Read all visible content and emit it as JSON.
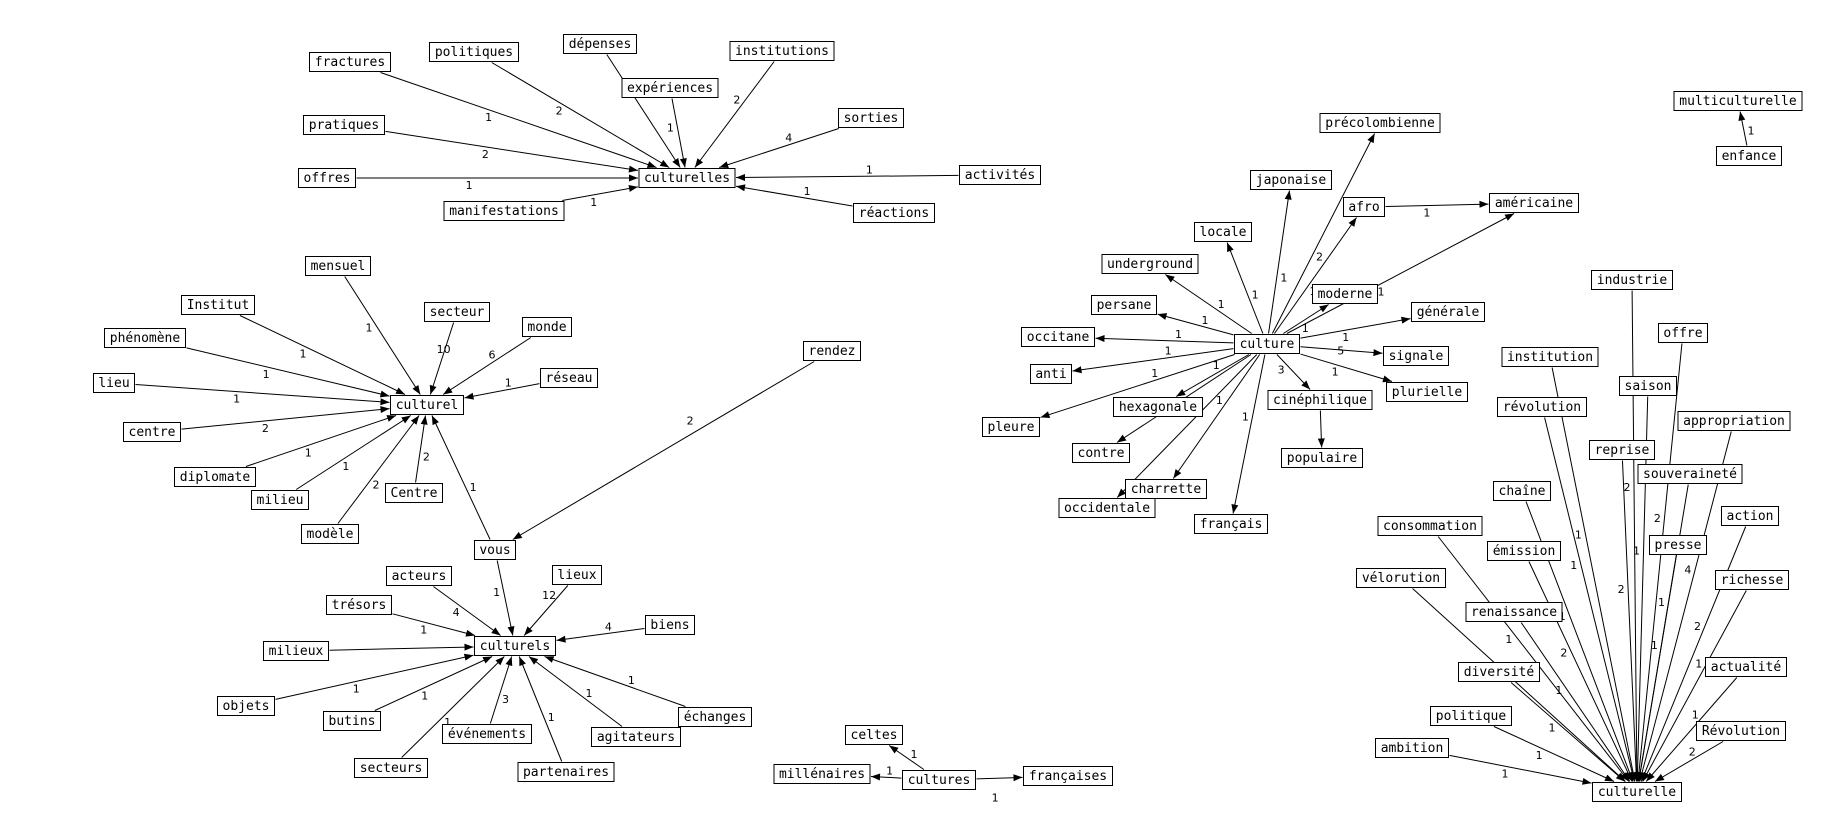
{
  "graph": {
    "edge_color": "#000000",
    "node_fill": "#ffffff",
    "nodes": [
      {
        "id": "fractures",
        "label": "fractures"
      },
      {
        "id": "politiques",
        "label": "politiques"
      },
      {
        "id": "depenses",
        "label": "dépenses"
      },
      {
        "id": "institutions",
        "label": "institutions"
      },
      {
        "id": "experiences",
        "label": "expériences"
      },
      {
        "id": "pratiques",
        "label": "pratiques"
      },
      {
        "id": "sorties",
        "label": "sorties"
      },
      {
        "id": "offres",
        "label": "offres"
      },
      {
        "id": "culturelles",
        "label": "culturelles"
      },
      {
        "id": "activites",
        "label": "activités"
      },
      {
        "id": "manifestations",
        "label": "manifestations"
      },
      {
        "id": "reactions",
        "label": "réactions"
      },
      {
        "id": "mensuel",
        "label": "mensuel"
      },
      {
        "id": "institut",
        "label": "Institut"
      },
      {
        "id": "secteur",
        "label": "secteur"
      },
      {
        "id": "monde",
        "label": "monde"
      },
      {
        "id": "phenomene",
        "label": "phénomène"
      },
      {
        "id": "reseau",
        "label": "réseau"
      },
      {
        "id": "lieu",
        "label": "lieu"
      },
      {
        "id": "culturel",
        "label": "culturel"
      },
      {
        "id": "centre",
        "label": "centre"
      },
      {
        "id": "diplomate",
        "label": "diplomate"
      },
      {
        "id": "milieu",
        "label": "milieu"
      },
      {
        "id": "centre_cap",
        "label": "Centre"
      },
      {
        "id": "modele",
        "label": "modèle"
      },
      {
        "id": "rendez",
        "label": "rendez"
      },
      {
        "id": "vous",
        "label": "vous"
      },
      {
        "id": "acteurs",
        "label": "acteurs"
      },
      {
        "id": "lieux",
        "label": "lieux"
      },
      {
        "id": "tresors",
        "label": "trésors"
      },
      {
        "id": "biens",
        "label": "biens"
      },
      {
        "id": "milieux",
        "label": "milieux"
      },
      {
        "id": "culturels",
        "label": "culturels"
      },
      {
        "id": "objets",
        "label": "objets"
      },
      {
        "id": "echanges",
        "label": "échanges"
      },
      {
        "id": "butins",
        "label": "butins"
      },
      {
        "id": "evenements",
        "label": "événements"
      },
      {
        "id": "agitateurs",
        "label": "agitateurs"
      },
      {
        "id": "secteurs",
        "label": "secteurs"
      },
      {
        "id": "partenaires",
        "label": "partenaires"
      },
      {
        "id": "celtes",
        "label": "celtes"
      },
      {
        "id": "millenaires",
        "label": "millénaires"
      },
      {
        "id": "cultures",
        "label": "cultures"
      },
      {
        "id": "francaises",
        "label": "françaises"
      },
      {
        "id": "precolombienne",
        "label": "précolombienne"
      },
      {
        "id": "japonaise",
        "label": "japonaise"
      },
      {
        "id": "afro",
        "label": "afro"
      },
      {
        "id": "americaine",
        "label": "américaine"
      },
      {
        "id": "locale",
        "label": "locale"
      },
      {
        "id": "underground",
        "label": "underground"
      },
      {
        "id": "moderne",
        "label": "moderne"
      },
      {
        "id": "persane",
        "label": "persane"
      },
      {
        "id": "generale",
        "label": "générale"
      },
      {
        "id": "occitane",
        "label": "occitane"
      },
      {
        "id": "culture",
        "label": "culture"
      },
      {
        "id": "signale",
        "label": "signale"
      },
      {
        "id": "anti",
        "label": "anti"
      },
      {
        "id": "plurielle",
        "label": "plurielle"
      },
      {
        "id": "hexagonale",
        "label": "hexagonale"
      },
      {
        "id": "cinephilique",
        "label": "cinéphilique"
      },
      {
        "id": "pleure",
        "label": "pleure"
      },
      {
        "id": "contre",
        "label": "contre"
      },
      {
        "id": "populaire",
        "label": "populaire"
      },
      {
        "id": "charrette",
        "label": "charrette"
      },
      {
        "id": "occidentale",
        "label": "occidentale"
      },
      {
        "id": "francais",
        "label": "français"
      },
      {
        "id": "multiculturelle",
        "label": "multiculturelle"
      },
      {
        "id": "enfance",
        "label": "enfance"
      },
      {
        "id": "industrie",
        "label": "industrie"
      },
      {
        "id": "offre",
        "label": "offre"
      },
      {
        "id": "institution",
        "label": "institution"
      },
      {
        "id": "saison",
        "label": "saison"
      },
      {
        "id": "revolution",
        "label": "révolution"
      },
      {
        "id": "appropriation",
        "label": "appropriation"
      },
      {
        "id": "reprise",
        "label": "reprise"
      },
      {
        "id": "souverainete",
        "label": "souveraineté"
      },
      {
        "id": "chaine",
        "label": "chaîne"
      },
      {
        "id": "action",
        "label": "action"
      },
      {
        "id": "consommation",
        "label": "consommation"
      },
      {
        "id": "presse",
        "label": "presse"
      },
      {
        "id": "emission",
        "label": "émission"
      },
      {
        "id": "velorution",
        "label": "vélorution"
      },
      {
        "id": "richesse",
        "label": "richesse"
      },
      {
        "id": "renaissance",
        "label": "renaissance"
      },
      {
        "id": "diversite",
        "label": "diversité"
      },
      {
        "id": "actualite",
        "label": "actualité"
      },
      {
        "id": "politique",
        "label": "politique"
      },
      {
        "id": "revolution_cap",
        "label": "Révolution"
      },
      {
        "id": "ambition",
        "label": "ambition"
      },
      {
        "id": "culturelle",
        "label": "culturelle"
      }
    ],
    "edges": [
      {
        "from": "fractures",
        "to": "culturelles",
        "weight": "1"
      },
      {
        "from": "politiques",
        "to": "culturelles",
        "weight": "2"
      },
      {
        "from": "depenses",
        "to": "culturelles",
        "weight": ""
      },
      {
        "from": "experiences",
        "to": "culturelles",
        "weight": "1"
      },
      {
        "from": "institutions",
        "to": "culturelles",
        "weight": "2"
      },
      {
        "from": "pratiques",
        "to": "culturelles",
        "weight": "2"
      },
      {
        "from": "sorties",
        "to": "culturelles",
        "weight": "4"
      },
      {
        "from": "offres",
        "to": "culturelles",
        "weight": "1"
      },
      {
        "from": "activites",
        "to": "culturelles",
        "weight": "1"
      },
      {
        "from": "manifestations",
        "to": "culturelles",
        "weight": "1"
      },
      {
        "from": "reactions",
        "to": "culturelles",
        "weight": "1"
      },
      {
        "from": "mensuel",
        "to": "culturel",
        "weight": "1"
      },
      {
        "from": "institut",
        "to": "culturel",
        "weight": "1"
      },
      {
        "from": "secteur",
        "to": "culturel",
        "weight": "10"
      },
      {
        "from": "monde",
        "to": "culturel",
        "weight": "6"
      },
      {
        "from": "phenomene",
        "to": "culturel",
        "weight": "1"
      },
      {
        "from": "reseau",
        "to": "culturel",
        "weight": "1"
      },
      {
        "from": "lieu",
        "to": "culturel",
        "weight": "1"
      },
      {
        "from": "centre",
        "to": "culturel",
        "weight": "2"
      },
      {
        "from": "diplomate",
        "to": "culturel",
        "weight": "1"
      },
      {
        "from": "milieu",
        "to": "culturel",
        "weight": "1"
      },
      {
        "from": "centre_cap",
        "to": "culturel",
        "weight": "2"
      },
      {
        "from": "modele",
        "to": "culturel",
        "weight": "2"
      },
      {
        "from": "vous",
        "to": "culturel",
        "weight": "1"
      },
      {
        "from": "rendez",
        "to": "vous",
        "weight": "2"
      },
      {
        "from": "vous",
        "to": "culturels",
        "weight": "1"
      },
      {
        "from": "acteurs",
        "to": "culturels",
        "weight": "4"
      },
      {
        "from": "lieux",
        "to": "culturels",
        "weight": "12"
      },
      {
        "from": "tresors",
        "to": "culturels",
        "weight": "1"
      },
      {
        "from": "biens",
        "to": "culturels",
        "weight": "4"
      },
      {
        "from": "milieux",
        "to": "culturels",
        "weight": ""
      },
      {
        "from": "objets",
        "to": "culturels",
        "weight": "1"
      },
      {
        "from": "echanges",
        "to": "culturels",
        "weight": "1"
      },
      {
        "from": "butins",
        "to": "culturels",
        "weight": "1"
      },
      {
        "from": "evenements",
        "to": "culturels",
        "weight": "3"
      },
      {
        "from": "agitateurs",
        "to": "culturels",
        "weight": "1"
      },
      {
        "from": "secteurs",
        "to": "culturels",
        "weight": "1"
      },
      {
        "from": "partenaires",
        "to": "culturels",
        "weight": "1"
      },
      {
        "from": "cultures",
        "to": "celtes",
        "weight": "1"
      },
      {
        "from": "cultures",
        "to": "millenaires",
        "weight": "1"
      },
      {
        "from": "cultures",
        "to": "francaises",
        "weight": "1"
      },
      {
        "from": "culture",
        "to": "precolombienne",
        "weight": "2"
      },
      {
        "from": "culture",
        "to": "japonaise",
        "weight": "1"
      },
      {
        "from": "culture",
        "to": "afro",
        "weight": "1"
      },
      {
        "from": "afro",
        "to": "americaine",
        "weight": "1"
      },
      {
        "from": "culture",
        "to": "americaine",
        "weight": "1"
      },
      {
        "from": "culture",
        "to": "locale",
        "weight": "1"
      },
      {
        "from": "culture",
        "to": "underground",
        "weight": "1"
      },
      {
        "from": "culture",
        "to": "moderne",
        "weight": "1"
      },
      {
        "from": "culture",
        "to": "persane",
        "weight": "1"
      },
      {
        "from": "culture",
        "to": "generale",
        "weight": "1"
      },
      {
        "from": "culture",
        "to": "occitane",
        "weight": "1"
      },
      {
        "from": "culture",
        "to": "signale",
        "weight": "5"
      },
      {
        "from": "culture",
        "to": "anti",
        "weight": "1"
      },
      {
        "from": "culture",
        "to": "plurielle",
        "weight": "1"
      },
      {
        "from": "culture",
        "to": "hexagonale",
        "weight": "1"
      },
      {
        "from": "culture",
        "to": "cinephilique",
        "weight": "3"
      },
      {
        "from": "culture",
        "to": "pleure",
        "weight": "1"
      },
      {
        "from": "culture",
        "to": "contre",
        "weight": ""
      },
      {
        "from": "cinephilique",
        "to": "populaire",
        "weight": ""
      },
      {
        "from": "culture",
        "to": "charrette",
        "weight": "1"
      },
      {
        "from": "culture",
        "to": "occidentale",
        "weight": "1"
      },
      {
        "from": "culture",
        "to": "francais",
        "weight": "1"
      },
      {
        "from": "enfance",
        "to": "multiculturelle",
        "weight": "1"
      },
      {
        "from": "industrie",
        "to": "culturelle",
        "weight": "2"
      },
      {
        "from": "offre",
        "to": "culturelle",
        "weight": "2"
      },
      {
        "from": "institution",
        "to": "culturelle",
        "weight": "1"
      },
      {
        "from": "saison",
        "to": "culturelle",
        "weight": "1"
      },
      {
        "from": "revolution",
        "to": "culturelle",
        "weight": "1"
      },
      {
        "from": "appropriation",
        "to": "culturelle",
        "weight": "4"
      },
      {
        "from": "reprise",
        "to": "culturelle",
        "weight": "2"
      },
      {
        "from": "souverainete",
        "to": "culturelle",
        "weight": "1"
      },
      {
        "from": "chaine",
        "to": "culturelle",
        "weight": "1"
      },
      {
        "from": "action",
        "to": "culturelle",
        "weight": "2"
      },
      {
        "from": "consommation",
        "to": "culturelle",
        "weight": "1"
      },
      {
        "from": "presse",
        "to": "culturelle",
        "weight": "1"
      },
      {
        "from": "emission",
        "to": "culturelle",
        "weight": "2"
      },
      {
        "from": "velorution",
        "to": "culturelle",
        "weight": "1"
      },
      {
        "from": "richesse",
        "to": "culturelle",
        "weight": "1"
      },
      {
        "from": "renaissance",
        "to": "culturelle",
        "weight": "1"
      },
      {
        "from": "diversite",
        "to": "culturelle",
        "weight": "1"
      },
      {
        "from": "actualite",
        "to": "culturelle",
        "weight": "1"
      },
      {
        "from": "politique",
        "to": "culturelle",
        "weight": "1"
      },
      {
        "from": "revolution_cap",
        "to": "culturelle",
        "weight": "2"
      },
      {
        "from": "ambition",
        "to": "culturelle",
        "weight": "1"
      }
    ]
  }
}
